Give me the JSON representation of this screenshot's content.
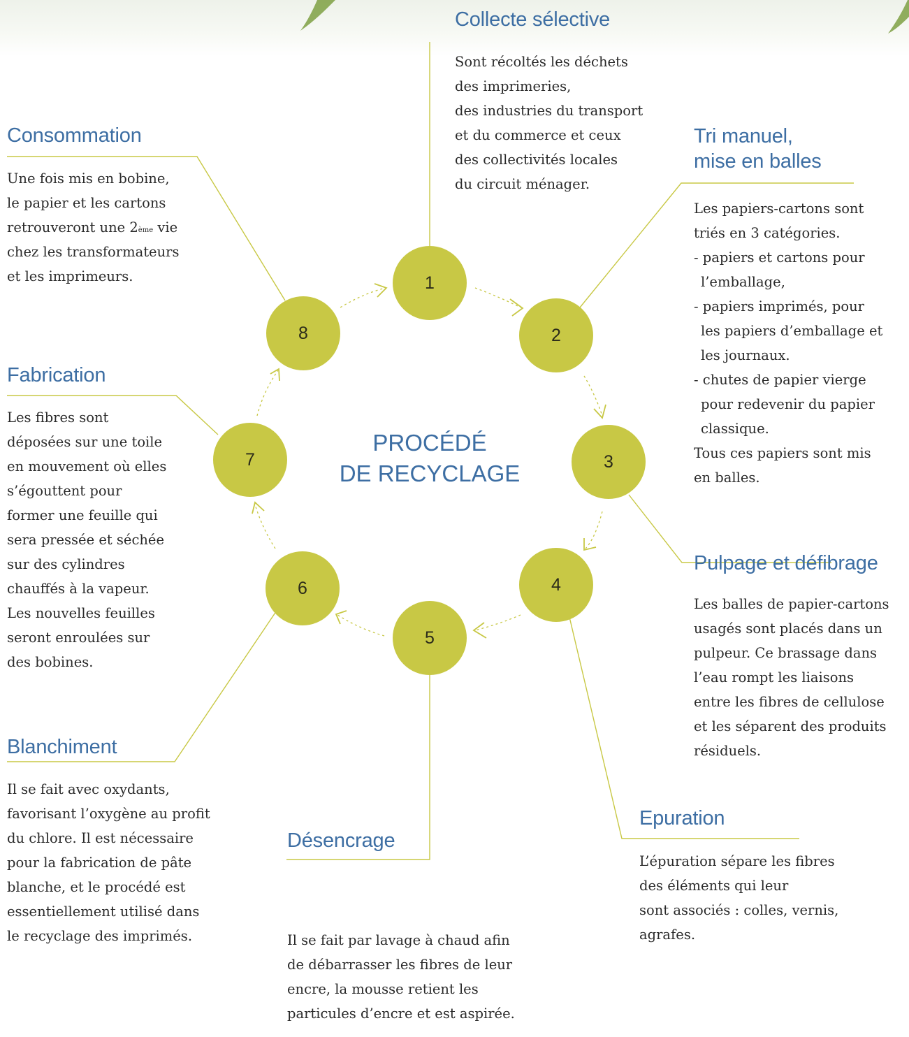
{
  "colors": {
    "circle": "#c8c845",
    "title": "#3d6ea3",
    "connector": "#c8c845"
  },
  "center": {
    "line1": "PROCÉDÉ",
    "line2": "DE RECYCLAGE"
  },
  "steps": {
    "s1": {
      "number": "1",
      "title": "Collecte sélective",
      "lines": [
        "Sont récoltés les déchets",
        "des imprimeries,",
        "des industries du transport",
        "et du commerce et ceux",
        "des collectivités locales",
        "du circuit ménager."
      ]
    },
    "s2": {
      "number": "2",
      "title_lines": [
        "Tri manuel,",
        "mise en balles"
      ],
      "lines": [
        "Les papiers-cartons sont",
        "triés en 3 catégories.",
        "- papiers et cartons pour",
        "l’emballage,",
        "- papiers imprimés, pour",
        "les papiers d’emballage et",
        "les journaux.",
        "- chutes de papier vierge",
        "pour redevenir du papier",
        "classique.",
        "Tous ces papiers sont mis",
        "en balles."
      ]
    },
    "s3": {
      "number": "3",
      "title": "Pulpage et défibrage",
      "lines": [
        "Les balles de papier-cartons",
        "usagés sont placés dans un",
        "pulpeur. Ce brassage dans",
        "l’eau rompt les liaisons",
        "entre les fibres de cellulose",
        "et les séparent des produits",
        "résiduels."
      ]
    },
    "s4": {
      "number": "4",
      "title": "Epuration",
      "lines": [
        "L’épuration sépare les fibres",
        "des éléments qui leur",
        "sont associés : colles, vernis,",
        "agrafes."
      ]
    },
    "s5": {
      "number": "5",
      "title": "Désencrage",
      "lines": [
        "Il se fait par lavage à chaud afin",
        "de débarrasser les fibres de leur",
        "encre, la mousse retient les",
        "particules d’encre et est aspirée."
      ]
    },
    "s6": {
      "number": "6",
      "title": "Blanchiment",
      "lines": [
        "Il se fait avec oxydants,",
        "favorisant l’oxygène au profit",
        "du chlore. Il est nécessaire",
        "pour la fabrication de pâte",
        "blanche, et le procédé est",
        "essentiellement utilisé dans",
        "le recyclage des imprimés."
      ]
    },
    "s7": {
      "number": "7",
      "title": "Fabrication",
      "lines": [
        "Les fibres sont",
        "déposées sur une toile",
        "en mouvement où elles",
        "s’égouttent pour",
        "former une feuille qui",
        "sera pressée et séchée",
        "sur des cylindres",
        "chauffés à la vapeur.",
        "Les nouvelles feuilles",
        "seront enroulées sur",
        "des bobines."
      ]
    },
    "s8": {
      "number": "8",
      "title": "Consommation",
      "lines": [
        "Une fois mis en bobine,",
        "le papier et les cartons",
        "retrouveront une 2",
        "chez les transformateurs",
        "et les imprimeurs."
      ],
      "sup": "ème",
      "line3_tail": " vie"
    }
  }
}
